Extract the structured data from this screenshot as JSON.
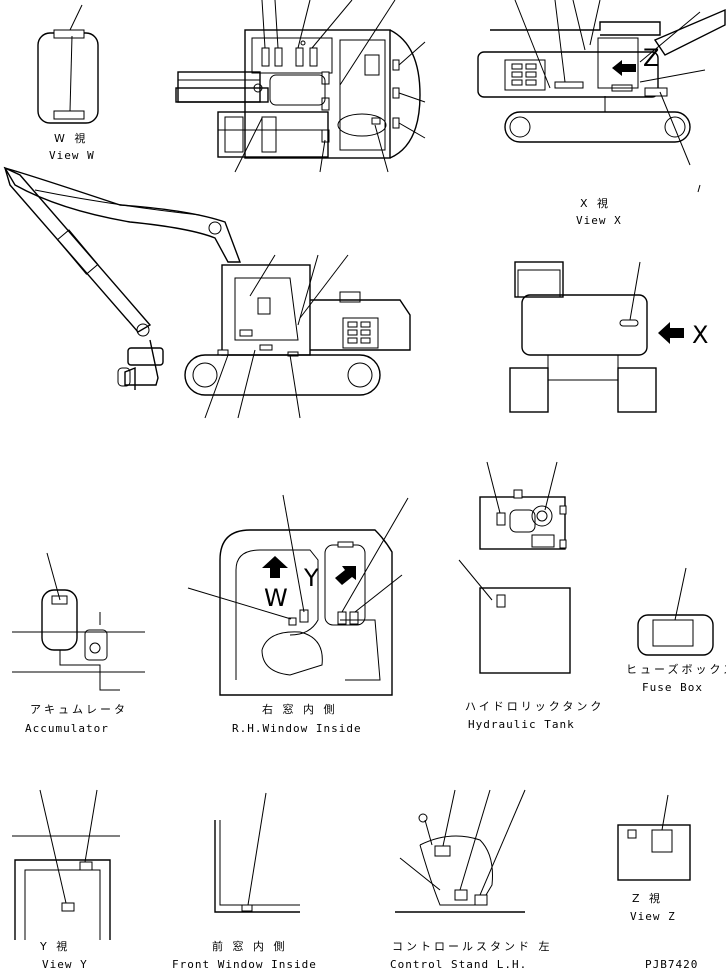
{
  "views": {
    "view_w": {
      "jp": "W  視",
      "en": "View W"
    },
    "view_x": {
      "jp": "X  視",
      "en": "View X"
    },
    "view_y": {
      "jp": "Y  視",
      "en": "View Y"
    },
    "view_z": {
      "jp": "Z  視",
      "en": "View Z"
    }
  },
  "parts": {
    "accumulator": {
      "jp": "アキュムレータ",
      "en": "Accumulator"
    },
    "rh_window": {
      "jp": "右 窓 内 側",
      "en": "R.H.Window Inside"
    },
    "hydraulic_tank": {
      "jp": "ハイドロリックタンク",
      "en": "Hydraulic Tank"
    },
    "fuse_box": {
      "jp": "ヒューズボックス",
      "en": "Fuse Box"
    },
    "front_window": {
      "jp": "前 窓 内 側",
      "en": "Front Window Inside"
    },
    "control_stand": {
      "jp": "コントロールスタンド 左",
      "en": "Control Stand L.H."
    }
  },
  "markers": {
    "x_arrow": "X",
    "z_mark": "Z",
    "w_mark": "W",
    "y_mark": "Y"
  },
  "drawing_code": "PJB7420"
}
